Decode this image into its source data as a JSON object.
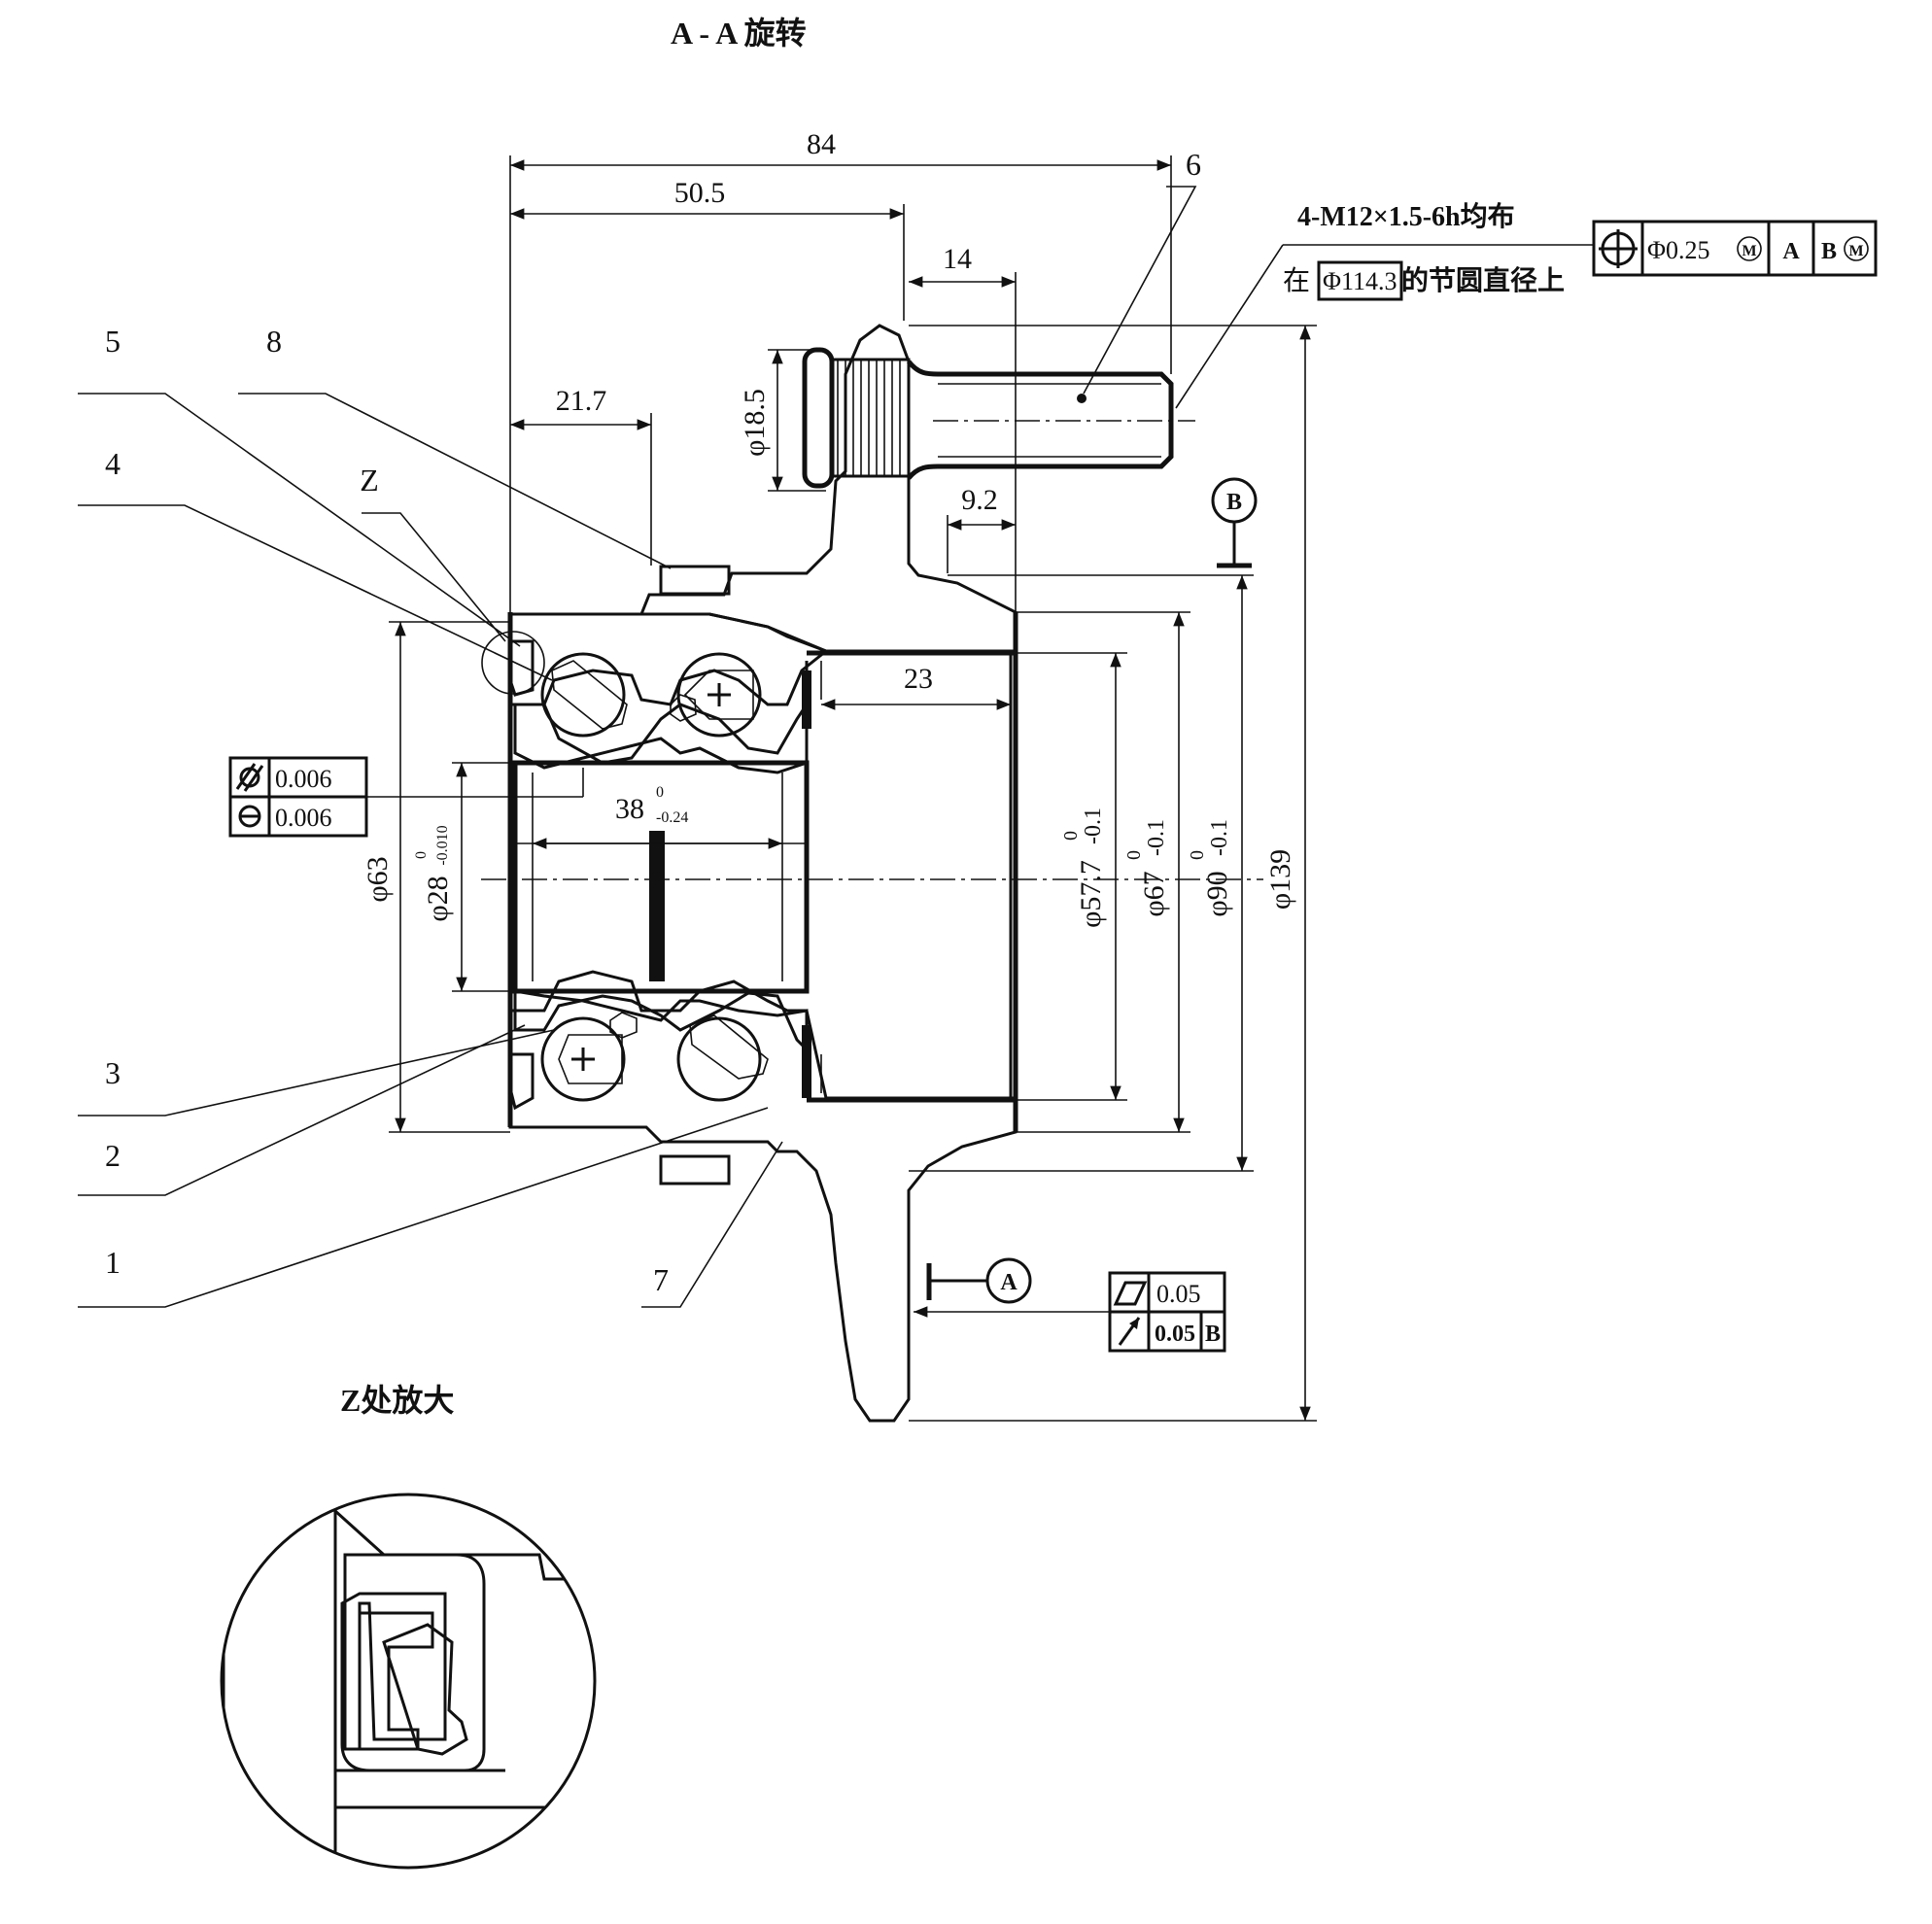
{
  "title": "A - A 旋转",
  "dimensions": {
    "d84": "84",
    "d50_5": "50.5",
    "d14": "14",
    "d21_7": "21.7",
    "d9_2": "9.2",
    "d23": "23",
    "phi18_5": "φ18.5",
    "phi63": "φ63",
    "phi28": "φ28",
    "phi28_tol_up": "0",
    "phi28_tol_lo": "-0.010",
    "angle38": "38",
    "angle38_tol_up": "0",
    "angle38_tol_lo": "-0.24",
    "phi57_7": "φ57.7",
    "phi57_7_tol": "-0.1",
    "phi57_7_tol_up": "0",
    "phi67": "φ67",
    "phi67_tol": "-0.1",
    "phi67_tol_up": "0",
    "phi90": "φ90",
    "phi90_tol": "-0.1",
    "phi90_tol_up": "0",
    "phi139": "φ139"
  },
  "thread_note": {
    "line1": "4-M12×1.5-6h均布",
    "line2_prefix": "在",
    "line2_box": "Φ114.3",
    "line2_suffix": "的节圆直径上"
  },
  "position_tolerance": {
    "value": "Φ0.25",
    "modifier": "M",
    "datum1": "A",
    "datum2": "B",
    "datum2_modifier": "M"
  },
  "left_tolerances": [
    {
      "symbol": "cylindricity",
      "value": "0.006"
    },
    {
      "symbol": "roundness",
      "value": "0.006"
    }
  ],
  "right_tolerances": [
    {
      "symbol": "flatness",
      "value": "0.05",
      "datum": ""
    },
    {
      "symbol": "runout",
      "value": "0.05",
      "datum": "B"
    }
  ],
  "datums": {
    "A": "A",
    "B": "B"
  },
  "part_numbers": [
    "1",
    "2",
    "3",
    "4",
    "5",
    "6",
    "7",
    "8"
  ],
  "detail_label": "Z",
  "detail_title": "Z处放大"
}
